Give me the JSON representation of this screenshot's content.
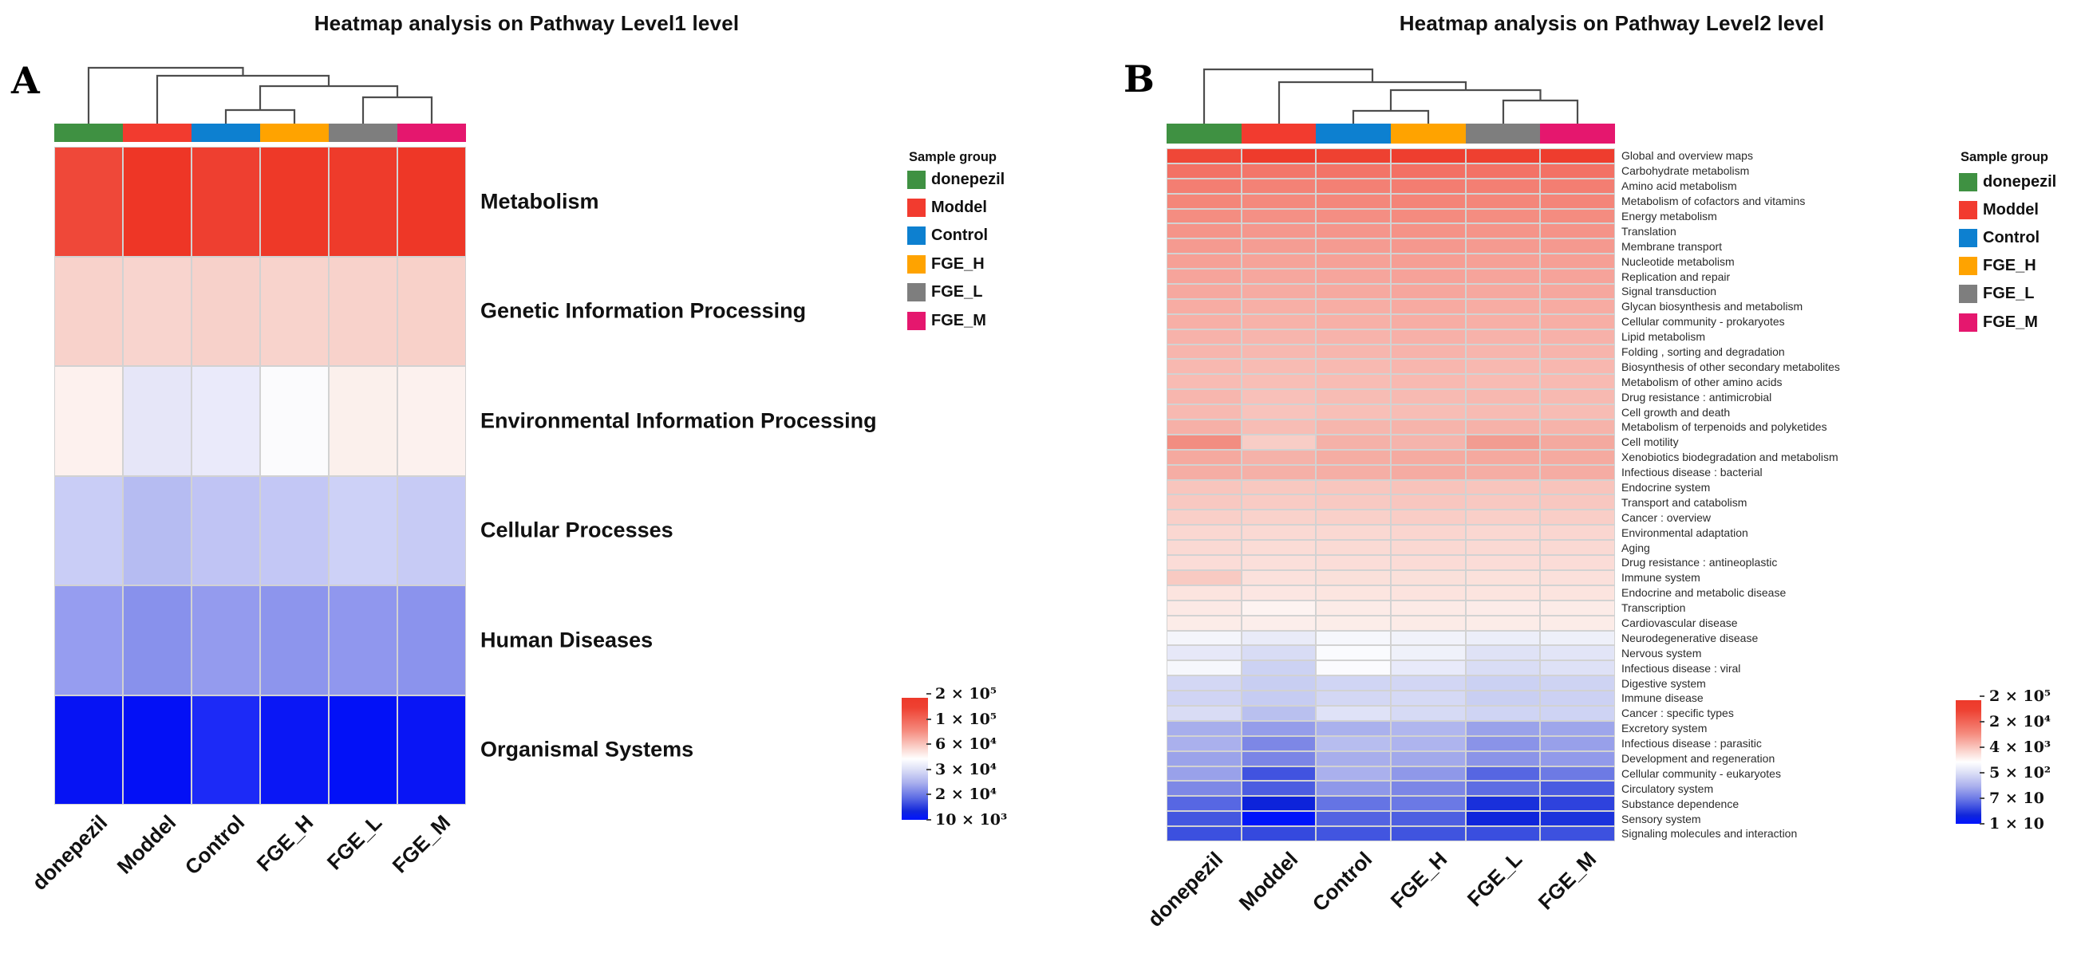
{
  "chart_data": [
    {
      "type": "heatmap",
      "panel_label": "A",
      "title": "Heatmap analysis on Pathway Level1 level",
      "columns": [
        "donepezil",
        "Moddel",
        "Control",
        "FGE_H",
        "FGE_L",
        "FGE_M"
      ],
      "rows": [
        "Metabolism",
        "Genetic Information Processing",
        "Environmental Information Processing",
        "Cellular Processes",
        "Human Diseases",
        "Organismal Systems"
      ],
      "clustering": "column dendrogram: (donepezil,(Moddel,((Control,FGE_H),(FGE_L,FGE_M))))",
      "legend": {
        "title": "Sample group",
        "items": [
          {
            "label": "donepezil",
            "color": "#3f9142"
          },
          {
            "label": "Moddel",
            "color": "#f23b2f"
          },
          {
            "label": "Control",
            "color": "#0d80d0"
          },
          {
            "label": "FGE_H",
            "color": "#ffa300"
          },
          {
            "label": "FGE_L",
            "color": "#7e7e7e"
          },
          {
            "label": "FGE_M",
            "color": "#e5176e"
          }
        ]
      },
      "colorbar": {
        "ticks": [
          "2 × 10⁵",
          "1 × 10⁵",
          "6 × 10⁴",
          "3 × 10⁴",
          "2 × 10⁴",
          "10 × 10³"
        ],
        "stops": [
          [
            "#ed392a",
            0
          ],
          [
            "#ee4132",
            0.08
          ],
          [
            "#f58b7e",
            0.27
          ],
          [
            "#fbd9d3",
            0.42
          ],
          [
            "#ffffff",
            0.5
          ],
          [
            "#dfe2f7",
            0.58
          ],
          [
            "#a8aeed",
            0.7
          ],
          [
            "#5d6ce4",
            0.82
          ],
          [
            "#1126db",
            0.93
          ],
          [
            "#0014ff",
            1
          ]
        ]
      },
      "cell_colors": [
        [
          "#ef4839",
          "#ee3626",
          "#ee3f30",
          "#ee3928",
          "#ee3b2b",
          "#ee3727"
        ],
        [
          "#f8d2cb",
          "#f8d4ce",
          "#f7d1ca",
          "#f8d3cc",
          "#f8d2cb",
          "#f8d1c9"
        ],
        [
          "#fdf1ee",
          "#e6e6f8",
          "#eaeafa",
          "#fbfbfd",
          "#fbf0ec",
          "#fcf1ee"
        ],
        [
          "#c9cdf6",
          "#b6bcf2",
          "#c0c4f4",
          "#c3c7f5",
          "#cdd1f7",
          "#c7cbf5"
        ],
        [
          "#969df0",
          "#8891ec",
          "#949bee",
          "#8d95ed",
          "#9097ee",
          "#8b93ed"
        ],
        [
          "#0613f4",
          "#0310f6",
          "#1c2af7",
          "#0a17f5",
          "#0211f7",
          "#0915f5"
        ]
      ],
      "values_note": "cell values are encoded by the red-white-blue color scale; no numbers printed in figure"
    },
    {
      "type": "heatmap",
      "panel_label": "B",
      "title": "Heatmap analysis on Pathway Level2 level",
      "columns": [
        "donepezil",
        "Moddel",
        "Control",
        "FGE_H",
        "FGE_L",
        "FGE_M"
      ],
      "rows": [
        "Global and overview maps",
        "Carbohydrate metabolism",
        "Amino acid metabolism",
        "Metabolism of cofactors and vitamins",
        "Energy metabolism",
        "Translation",
        "Membrane transport",
        "Nucleotide metabolism",
        "Replication and repair",
        "Signal transduction",
        "Glycan biosynthesis and metabolism",
        "Cellular community - prokaryotes",
        "Lipid metabolism",
        "Folding , sorting and degradation",
        "Biosynthesis of other secondary metabolites",
        "Metabolism of other amino acids",
        "Drug resistance : antimicrobial",
        "Cell growth and death",
        "Metabolism of terpenoids and polyketides",
        "Cell motility",
        "Xenobiotics biodegradation and metabolism",
        "Infectious disease : bacterial",
        "Endocrine system",
        "Transport and catabolism",
        "Cancer : overview",
        "Environmental adaptation",
        "Aging",
        "Drug resistance : antineoplastic",
        "Immune system",
        "Endocrine and metabolic disease",
        "Transcription",
        "Cardiovascular disease",
        "Neurodegenerative disease",
        "Nervous system",
        "Infectious disease : viral",
        "Digestive system",
        "Immune disease",
        "Cancer : specific types",
        "Excretory system",
        "Infectious disease : parasitic",
        "Development and regeneration",
        "Cellular community - eukaryotes",
        "Circulatory system",
        "Substance dependence",
        "Sensory system",
        "Signaling molecules and interaction"
      ],
      "clustering": "column dendrogram: (donepezil,(Moddel,((Control,FGE_H),(FGE_L,FGE_M))))",
      "legend": {
        "title": "Sample group",
        "items": [
          {
            "label": "donepezil",
            "color": "#3f9142"
          },
          {
            "label": "Moddel",
            "color": "#f23b2f"
          },
          {
            "label": "Control",
            "color": "#0d80d0"
          },
          {
            "label": "FGE_H",
            "color": "#ffa300"
          },
          {
            "label": "FGE_L",
            "color": "#7e7e7e"
          },
          {
            "label": "FGE_M",
            "color": "#e5176e"
          }
        ]
      },
      "colorbar": {
        "ticks": [
          "2 × 10⁵",
          "2 × 10⁴",
          "4 × 10³",
          "5 × 10²",
          "7 × 10",
          "1 × 10"
        ],
        "stops": [
          [
            "#ed392a",
            0
          ],
          [
            "#ee4132",
            0.08
          ],
          [
            "#f58b7e",
            0.27
          ],
          [
            "#fbd9d3",
            0.42
          ],
          [
            "#ffffff",
            0.5
          ],
          [
            "#dfe2f7",
            0.58
          ],
          [
            "#a8aeed",
            0.7
          ],
          [
            "#5d6ce4",
            0.82
          ],
          [
            "#1126db",
            0.93
          ],
          [
            "#0014ff",
            1
          ]
        ]
      },
      "cell_colors": [
        [
          "#ef4737",
          "#ee3b2c",
          "#ee4131",
          "#ee3e2f",
          "#ee4030",
          "#ee3d2e"
        ],
        [
          "#f37165",
          "#f3766a",
          "#f37468",
          "#f37064",
          "#f37266",
          "#f37165"
        ],
        [
          "#f37e72",
          "#f38276",
          "#f38074",
          "#f37d71",
          "#f37f73",
          "#f37e72"
        ],
        [
          "#f48679",
          "#f4897d",
          "#f4877b",
          "#f48478",
          "#f4867a",
          "#f48579"
        ],
        [
          "#f48d81",
          "#f49085",
          "#f48e83",
          "#f48b7f",
          "#f48d81",
          "#f48c80"
        ],
        [
          "#f59489",
          "#f5978d",
          "#f5958b",
          "#f59287",
          "#f59489",
          "#f59388"
        ],
        [
          "#f59a90",
          "#f59d93",
          "#f59b91",
          "#f5988e",
          "#f59a90",
          "#f5998f"
        ],
        [
          "#f6a096",
          "#f6a399",
          "#f6a197",
          "#f69e94",
          "#f6a096",
          "#f69f95"
        ],
        [
          "#f6a49b",
          "#f6a79e",
          "#f6a59c",
          "#f6a299",
          "#f6a49b",
          "#f6a39a"
        ],
        [
          "#f6a89f",
          "#f6aba2",
          "#f6a9a0",
          "#f6a69d",
          "#f6a89f",
          "#f6a79e"
        ],
        [
          "#f7aca3",
          "#f7afa6",
          "#f7ada4",
          "#f7aaa1",
          "#f7aca3",
          "#f7aba2"
        ],
        [
          "#f7afa6",
          "#f7b2a9",
          "#f7b0a7",
          "#f7ada4",
          "#f7afa6",
          "#f7aea5"
        ],
        [
          "#f7b2aa",
          "#f7b5ad",
          "#f7b3ab",
          "#f7b0a8",
          "#f7b2aa",
          "#f7b1a9"
        ],
        [
          "#f7b5ad",
          "#f7b8b0",
          "#f7b6ae",
          "#f7b3ab",
          "#f7b5ad",
          "#f7b4ac"
        ],
        [
          "#f8b8b0",
          "#f8bbb3",
          "#f8b9b1",
          "#f8b6ae",
          "#f8b8b0",
          "#f8b7af"
        ],
        [
          "#f8bbb3",
          "#f8beb6",
          "#f8bcb4",
          "#f8b9b1",
          "#f8bbb3",
          "#f8bab2"
        ],
        [
          "#f7b6ae",
          "#f8c0b9",
          "#f7bcb4",
          "#f7bab2",
          "#f7b8b0",
          "#f7b9b1"
        ],
        [
          "#f7b9b1",
          "#f8c3bc",
          "#f8bfb7",
          "#f7bdb5",
          "#f7bbb3",
          "#f7bcb4"
        ],
        [
          "#f6b0a7",
          "#f7bdb5",
          "#f6b6ad",
          "#f6b4ab",
          "#f6b2a9",
          "#f6b3aa"
        ],
        [
          "#f28d81",
          "#f8cdc6",
          "#f5b1a8",
          "#f5b4ac",
          "#f29c91",
          "#f4a99f"
        ],
        [
          "#f5a99f",
          "#f5b2a9",
          "#f5ada3",
          "#f5aba1",
          "#f5a99f",
          "#f5aaa0"
        ],
        [
          "#f5ada4",
          "#f5b0a7",
          "#f5aea5",
          "#f5aba2",
          "#f5ada4",
          "#f5aca3"
        ],
        [
          "#f8c5bd",
          "#f8c8c0",
          "#f8c6be",
          "#f8c3bb",
          "#f8c5bd",
          "#f8c4bc"
        ],
        [
          "#f8c8c1",
          "#f9cbc4",
          "#f8c9c2",
          "#f8c6bf",
          "#f8c8c1",
          "#f8c7c0"
        ],
        [
          "#f9cfc8",
          "#f9d2cb",
          "#f9d0c9",
          "#f9cdc6",
          "#f9cfc8",
          "#f9cec7"
        ],
        [
          "#fad7d1",
          "#fad9d3",
          "#fad8d2",
          "#fad5cf",
          "#fad7d1",
          "#fad6d0"
        ],
        [
          "#fad9d3",
          "#fbdcd6",
          "#fadad4",
          "#fad8d2",
          "#fad9d3",
          "#fad9d3"
        ],
        [
          "#fbdcd7",
          "#fbdfda",
          "#fbddd8",
          "#fbdbd6",
          "#fbdcd7",
          "#fbdcd7"
        ],
        [
          "#f8cac2",
          "#fbe1dc",
          "#fae0da",
          "#fae0da",
          "#fbe1db",
          "#fbe0db"
        ],
        [
          "#fce4df",
          "#fce6e2",
          "#fce5e0",
          "#fce3de",
          "#fce4df",
          "#fce4df"
        ],
        [
          "#fce9e5",
          "#fdf3f1",
          "#fcebe7",
          "#fceae6",
          "#fcebe8",
          "#fcebe7"
        ],
        [
          "#fcece8",
          "#fceeeb",
          "#fcede9",
          "#fcebe7",
          "#fcece8",
          "#fcece8"
        ],
        [
          "#f4f5fb",
          "#e9ebf8",
          "#f6f7fc",
          "#f1f2fa",
          "#eceef9",
          "#eef0f9"
        ],
        [
          "#e6e8f8",
          "#d8dcf5",
          "#fafbfe",
          "#eff1fa",
          "#dfe2f6",
          "#e2e5f7"
        ],
        [
          "#f6f7fc",
          "#ccd2f3",
          "#fbfbfe",
          "#e8eafa",
          "#d9ddf5",
          "#dee1f6"
        ],
        [
          "#d3d7f4",
          "#c8cef2",
          "#d0d5f4",
          "#d2d6f4",
          "#cbd1f3",
          "#ced3f3"
        ],
        [
          "#d0d4f4",
          "#c6ccf2",
          "#d3d7f4",
          "#d5d9f5",
          "#c9cff2",
          "#ccd1f3"
        ],
        [
          "#d9dcf5",
          "#b9c0ef",
          "#dfe2f7",
          "#d6daf5",
          "#cfd4f4",
          "#ced3f4"
        ],
        [
          "#a7aeec",
          "#959dea",
          "#aab1ed",
          "#b0b6ee",
          "#9aa2ea",
          "#9ea6eb"
        ],
        [
          "#aab0ed",
          "#7d87e6",
          "#b7bdef",
          "#aeb4ee",
          "#8a93e8",
          "#98a0ea"
        ],
        [
          "#9ba3ea",
          "#7b85e6",
          "#a8aeec",
          "#a2a9eb",
          "#8b94e8",
          "#929aea"
        ],
        [
          "#99a1ea",
          "#4153e0",
          "#aab0ed",
          "#8f98e9",
          "#5666e2",
          "#6d7ae4"
        ],
        [
          "#7e88e6",
          "#4c5de1",
          "#8f98e9",
          "#7c86e6",
          "#5e6de3",
          "#4a5be1"
        ],
        [
          "#5767e3",
          "#0d23da",
          "#6574e4",
          "#6b79e5",
          "#1930db",
          "#2e42dd"
        ],
        [
          "#4457e0",
          "#0014fa",
          "#5363e2",
          "#4e5fe1",
          "#0f25db",
          "#1c33dc"
        ],
        [
          "#3c50df",
          "#3549de",
          "#4255e0",
          "#4054df",
          "#3a4edf",
          "#3d51df"
        ]
      ],
      "values_note": "cell values are encoded by the red-white-blue color scale; no numbers printed in figure"
    }
  ]
}
